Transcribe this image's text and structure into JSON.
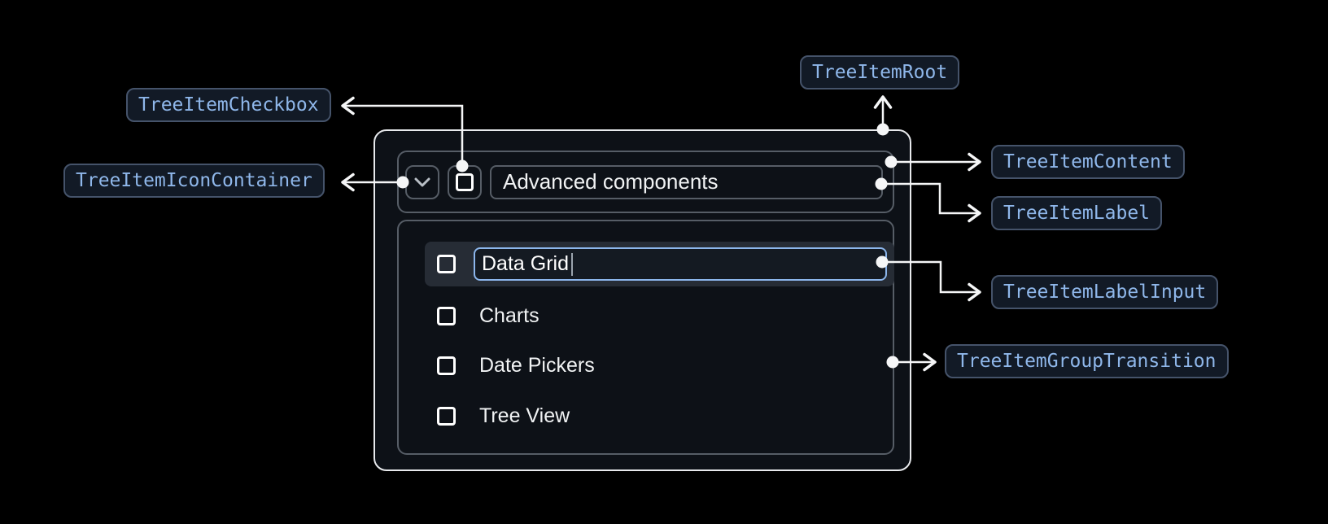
{
  "diagram": {
    "tree": {
      "parent_label": "Advanced components",
      "label_input_value": "Data Grid",
      "children": [
        "Charts",
        "Date Pickers",
        "Tree View"
      ]
    },
    "annotations": {
      "checkbox": "TreeItemCheckbox",
      "icon_container": "TreeItemIconContainer",
      "root": "TreeItemRoot",
      "content": "TreeItemContent",
      "label": "TreeItemLabel",
      "label_input": "TreeItemLabelInput",
      "group_transition": "TreeItemGroupTransition"
    },
    "colors": {
      "badge_text": "#8fb7ea",
      "badge_border": "#45536a",
      "badge_bg": "#121a26",
      "connector": "#f5f6f7",
      "root_border": "#e8eaed",
      "box_border": "#565d66",
      "input_focus_border": "#8cb6ec",
      "row_highlight_bg": "#262c35",
      "background": "#000000"
    }
  }
}
